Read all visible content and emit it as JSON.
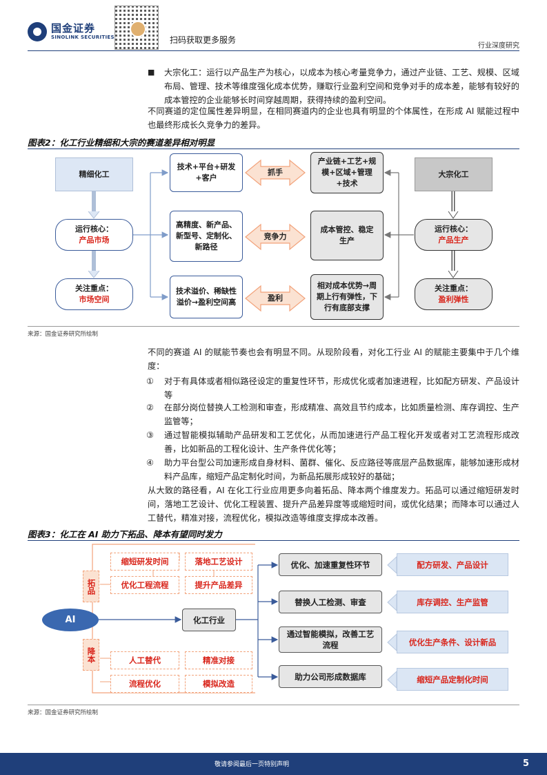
{
  "header": {
    "logo_cn": "国金证券",
    "logo_en": "SINOLINK SECURITIES",
    "scan_text": "扫码获取更多服务",
    "doc_type": "行业深度研究"
  },
  "intro": {
    "bullet": "■",
    "bullet_text": "大宗化工：运行以产品生产为核心，以成本为核心考量竞争力，通过产业链、工艺、规模、区域布局、管理、技术等维度强化成本优势，赚取行业盈利空间和竞争对手的成本差，能够有较好的成本管控的企业能够长时间穿越周期，获得持续的盈利空间。",
    "para": "不同赛道的定位属性差异明显，在相同赛道内的企业也具有明显的个体属性，在形成 AI 赋能过程中也最终形成长久竞争力的差异。"
  },
  "fig2": {
    "title": "图表2：化工行业精细和大宗的赛道差异相对明显",
    "source": "来源：国金证券研究所绘制",
    "left_top": "精细化工",
    "left_mid_a": "运行核心：",
    "left_mid_b": "产品市场",
    "left_bot_a": "关注重点：",
    "left_bot_b": "市场空间",
    "c1_top": "技术+平台+研发+客户",
    "c1_mid": "高精度、新产品、新型号、定制化、新路径",
    "c1_bot": "技术溢价、稀缺性溢价→盈利空间高",
    "arrow_top": "抓手",
    "arrow_mid": "竞争力",
    "arrow_bot": "盈利",
    "c2_top": "产业链+工艺+规模+区域+管理+技术",
    "c2_mid": "成本管控、稳定生产",
    "c2_bot": "相对成本优势→周期上行有弹性，下行有底部支撑",
    "right_top": "大宗化工",
    "right_mid_a": "运行核心：",
    "right_mid_b": "产品生产",
    "right_bot_a": "关注重点：",
    "right_bot_b": "盈利弹性"
  },
  "mid_text": {
    "para1": "不同的赛道 AI 的赋能节奏也会有明显不同。从现阶段看，对化工行业 AI 的赋能主要集中于几个维度：",
    "items": [
      {
        "num": "①",
        "text": "对于有具体或者相似路径设定的重复性环节，形成优化或者加速进程，比如配方研发、产品设计等"
      },
      {
        "num": "②",
        "text": "在部分岗位替换人工检测和审查，形成精准、高效且节约成本，比如质量检测、库存调控、生产监管等；"
      },
      {
        "num": "③",
        "text": "通过智能模拟辅助产品研发和工艺优化，从而加速进行产品工程化开发或者对工艺流程形成改善，比如新品的工程化设计、生产条件优化等；"
      },
      {
        "num": "④",
        "text": "助力平台型公司加速形成自身材料、菌群、催化、反应路径等底层产品数据库，能够加速形成材料产品库，缩短产品定制化时间，为新品拓展形成较好的基础；"
      }
    ],
    "para2": "从大致的路径看，AI 在化工行业应用更多向着拓品、降本两个维度发力。拓品可以通过缩短研发时间，落地工艺设计、优化工程装置、提升产品差异度等或缩短时间，或优化结果；而降本可以通过人工替代，精准对接，流程优化，模拟改造等维度支撑成本改善。"
  },
  "fig3": {
    "title": "图表3：化工在 AI 助力下拓品、降本有望同时发力",
    "source": "来源：国金证券研究所绘制",
    "ai": "AI",
    "tuopin": "拓品",
    "jiangben": "降本",
    "tp_items": [
      "缩短研发时间",
      "落地工艺设计",
      "优化工程流程",
      "提升产品差异"
    ],
    "jb_items": [
      "人工替代",
      "精准对接",
      "流程优化",
      "模拟改造"
    ],
    "industry": "化工行业",
    "mid_items": [
      "优化、加速重复性环节",
      "替换人工检测、审查",
      "通过智能模拟，改善工艺流程",
      "助力公司形成数据库"
    ],
    "right_items": [
      "配方研发、产品设计",
      "库存调控、生产监管",
      "优化生产条件、设计新品",
      "缩短产品定制化时间"
    ]
  },
  "footer": {
    "notice": "敬请参阅最后一页特别声明",
    "page": "5"
  },
  "colors": {
    "brand": "#1f3f7a",
    "accent_red": "#d9261c",
    "orange": "#f2a27a",
    "light_blue": "#dbe6f4"
  }
}
